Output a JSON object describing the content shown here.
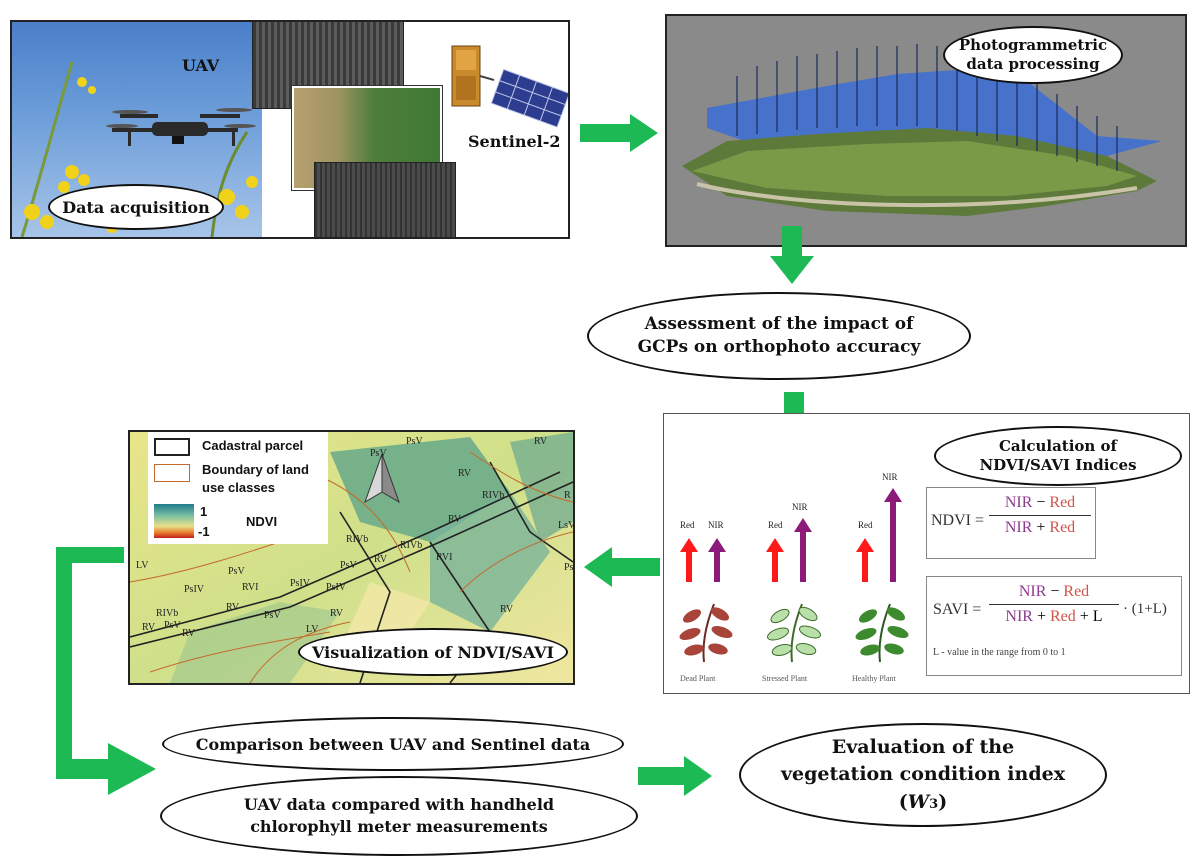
{
  "acquisition": {
    "uav_label": "UAV",
    "sentinel_label": "Sentinel-2",
    "caption": "Data acquisition"
  },
  "processing": {
    "caption": "Photogrammetric data processing"
  },
  "assessment": {
    "caption": "Assessment of the impact of GCPs on orthophoto accuracy"
  },
  "calculation": {
    "caption": "Calculation of NDVI/SAVI Indices",
    "plants": [
      {
        "label": "Dead Plant",
        "red": "Red",
        "nir": "NIR"
      },
      {
        "label": "Stressed Plant",
        "red": "Red",
        "nir": "NIR"
      },
      {
        "label": "Healthy Plant",
        "red": "Red",
        "nir": "NIR"
      }
    ],
    "ndvi": {
      "lhs": "NDVI =",
      "num_a": "NIR",
      "num_op": " − ",
      "num_b": "Red",
      "den_a": "NIR",
      "den_op": " + ",
      "den_b": "Red"
    },
    "savi": {
      "lhs": "SAVI =",
      "num_a": "NIR",
      "num_op": " − ",
      "num_b": "Red",
      "den_a": "NIR",
      "den_op": " + ",
      "den_b": "Red",
      "den_c": " + L",
      "tail": "· (1+L)",
      "note": "L - value in the range from 0 to 1"
    }
  },
  "visualization": {
    "caption": "Visualization of NDVI/SAVI",
    "legend": {
      "parcel": "Cadastral parcel",
      "boundary_1": "Boundary of land",
      "boundary_2": "use classes",
      "ndvi": "NDVI",
      "max": "1",
      "min": "-1"
    },
    "map_labels": [
      "PsV",
      "PsV",
      "RV",
      "PsV",
      "RV",
      "RIVb",
      "R",
      "LV",
      "PsIV",
      "PsV",
      "RIVb",
      "RIVb",
      "PsV",
      "RV",
      "PsIV",
      "LsV",
      "Ps",
      "RIVb",
      "RV",
      "RV",
      "PsIV",
      "PsV",
      "RVI",
      "RV",
      "RIVb",
      "PsV",
      "RV",
      "LV",
      "RV",
      "RVI",
      "RV"
    ]
  },
  "comparison_sentinel": "Comparison between UAV and Sentinel data",
  "comparison_chlorophyll": "UAV data compared with handheld chlorophyll meter measurements",
  "evaluation": {
    "text": "Evaluation of the vegetation condition index (",
    "symbol": "W",
    "sub": "3",
    "close": ")"
  },
  "colors": {
    "arrow": "#1db954",
    "ellipse_border": "#111111",
    "red_arrow": "#ff1a1a",
    "nir_arrow": "#8b1a7a"
  }
}
